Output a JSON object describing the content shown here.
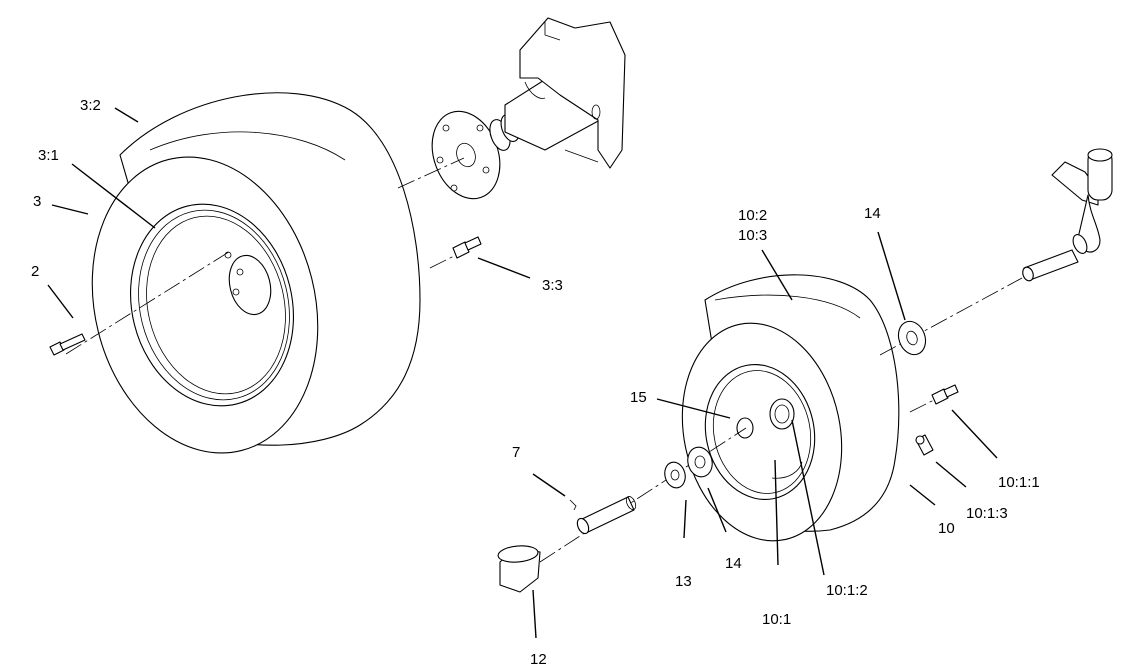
{
  "callouts": {
    "c_3_2": "3:2",
    "c_3_1": "3:1",
    "c_3": "3",
    "c_2": "2",
    "c_3_3": "3:3",
    "c_10_2": "10:2",
    "c_10_3": "10:3",
    "c_14_top": "14",
    "c_15": "15",
    "c_7": "7",
    "c_10_1_1": "10:1:1",
    "c_10_1_3": "10:1:3",
    "c_10": "10",
    "c_13": "13",
    "c_14_bottom": "14",
    "c_10_1_2": "10:1:2",
    "c_10_1": "10:1",
    "c_12": "12"
  }
}
